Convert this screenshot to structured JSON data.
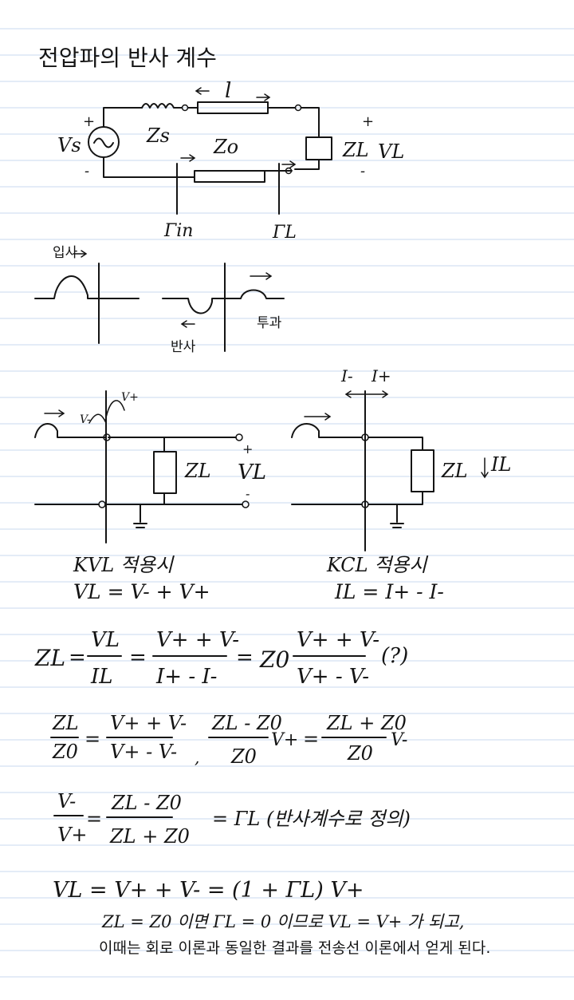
{
  "colors": {
    "paper": "#ffffff",
    "rule": "#c9d9ef",
    "ink": "#141414"
  },
  "title": "전압파의 반사 계수",
  "circuit": {
    "length": "l",
    "source_voltage": "Vs",
    "source_impedance": "Zs",
    "line_impedance": "Zo",
    "load_impedance": "ZL",
    "load_voltage": "VL",
    "plus": "+",
    "minus": "-",
    "gamma_in": "Γin",
    "gamma_L": "ΓL"
  },
  "wave": {
    "incident": "입사",
    "reflected": "반사",
    "transmitted": "투과"
  },
  "kvl": {
    "v_minus": "V-",
    "v_plus": "V+",
    "load": "ZL",
    "load_voltage": "VL",
    "caption": "KVL 적용시",
    "equation": "VL = V- + V+"
  },
  "kcl": {
    "i_minus": "I-",
    "i_plus": "I+",
    "load": "ZL",
    "load_current": "IL",
    "caption": "KCL 적용시",
    "equation": "IL = I+ - I-"
  },
  "eq1": {
    "lhs": "ZL",
    "eq": "=",
    "f1_num": "VL",
    "f1_den": "IL",
    "f2_num": "V+ + V-",
    "f2_den": "I+ - I-",
    "coef": "Z0",
    "f3_num": "V+ + V-",
    "f3_den": "V+ - V-",
    "note": "(?)"
  },
  "eq2": {
    "f1_num": "ZL",
    "f1_den": "Z0",
    "eq": "=",
    "f2_num": "V+ + V-",
    "f2_den": "V+ - V-",
    "sep": ",",
    "f3_num": "ZL - Z0",
    "f3_den": "Z0",
    "f3_suffix": "V+",
    "f4_num": "ZL + Z0",
    "f4_den": "Z0",
    "f4_suffix": "V-"
  },
  "eq3": {
    "f1_num": "V-",
    "f1_den": "V+",
    "eq": "=",
    "f2_num": "ZL - Z0",
    "f2_den": "ZL + Z0",
    "result": "= ΓL (반사계수로 정의)"
  },
  "eq4": {
    "line1": "VL = V+ + V- = (1 + ΓL) V+",
    "line2": "ZL = Z0 이면  ΓL = 0  이므로   VL = V+ 가 되고,",
    "line3": "이때는 회로 이론과 동일한 결과를  전송선 이론에서 얻게 된다."
  }
}
